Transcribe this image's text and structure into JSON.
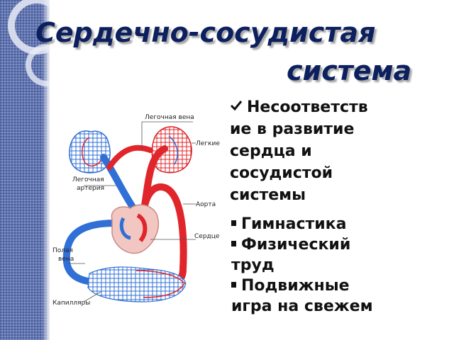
{
  "title": {
    "line1": "Сердечно-сосудистая",
    "line2": "система"
  },
  "diagram_labels": {
    "pulmonary_vein": "Легочная вена",
    "lungs": "Легкие",
    "pulmonary_artery_1": "Легочная",
    "pulmonary_artery_2": "артерия",
    "aorta": "Аорта",
    "heart": "Сердце",
    "vena_cava_1": "Полая",
    "vena_cava_2": "вена",
    "capillaries": "Капилляры"
  },
  "text_block": {
    "lines": [
      "Несоответств",
      "ие в развитие",
      "сердца и",
      "сосудистой",
      "системы"
    ]
  },
  "bullet_list": {
    "lines": [
      "Гимнастика",
      "Физический",
      "труд",
      "Подвижные",
      "игра на свежем"
    ]
  },
  "colors": {
    "title": "#0c1f5e",
    "artery": "#e0252b",
    "vein": "#2f6fd6",
    "band": "#5b6fa8"
  }
}
